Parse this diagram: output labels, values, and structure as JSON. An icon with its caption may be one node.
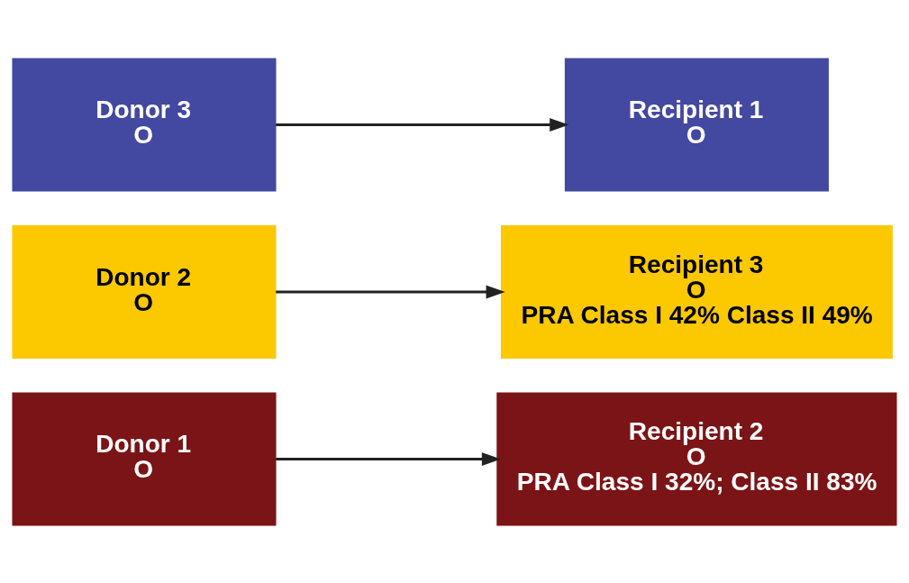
{
  "diagram": {
    "nodes": [
      {
        "text": [
          "Donor 1",
          "O"
        ]
      },
      {
        "text": [
          "Donor 2",
          "O"
        ]
      },
      {
        "text": [
          "Donor 3",
          "O"
        ]
      },
      {
        "text": [
          "Recipient 1",
          "O"
        ]
      },
      {
        "text": [
          "Recipient 2",
          "O",
          "PRA Class I 32%; Class II 83%"
        ]
      },
      {
        "text": [
          "Recipient 3",
          "O",
          "PRA Class I 42% Class II 49%"
        ]
      }
    ],
    "edges": [
      {
        "from": 0,
        "to": 4,
        "arrow": "to"
      },
      {
        "from": 1,
        "to": 5,
        "arrow": "to"
      },
      {
        "from": 2,
        "to": 3,
        "arrow": "to"
      }
    ]
  }
}
